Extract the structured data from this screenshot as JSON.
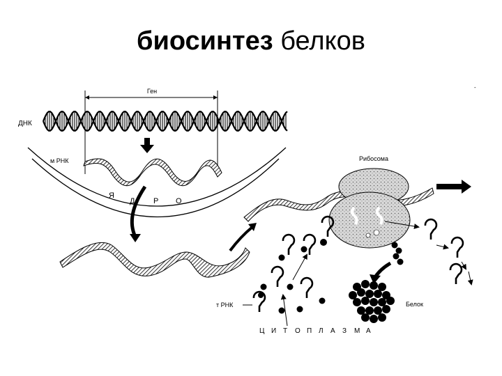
{
  "title": {
    "bold_part": "биосинтез",
    "regular_part": "белков"
  },
  "labels": {
    "gene": "Ген",
    "dna": "ДНК",
    "mrna": "м РНК",
    "nucleus_letters": [
      "Я",
      "Д",
      "Р",
      "О"
    ],
    "ribosome": "Рибосома",
    "protein": "Белок",
    "trna": "т РНК",
    "cytoplasm_letters": [
      "Ц",
      "И",
      "Т",
      "О",
      "П",
      "Л",
      "А",
      "З",
      "М",
      "А"
    ]
  }
}
